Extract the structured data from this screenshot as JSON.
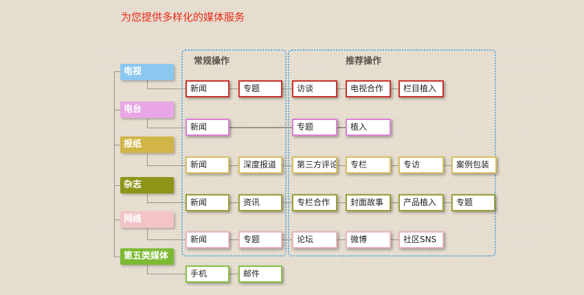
{
  "title": "为您提供多样化的媒体服务",
  "sections": {
    "regular": "常规操作",
    "recommended": "推荐操作"
  },
  "categories": [
    {
      "label": "电视",
      "color": "#8cc7f0"
    },
    {
      "label": "电台",
      "color": "#e8a6e6"
    },
    {
      "label": "报纸",
      "color": "#d2b548"
    },
    {
      "label": "杂志",
      "color": "#8e9418"
    },
    {
      "label": "网络",
      "color": "#f2c4c8"
    },
    {
      "label": "第五类媒体",
      "color": "#7cba34"
    }
  ],
  "rows": {
    "tv": {
      "regular": [
        "新闻",
        "专题"
      ],
      "recommended": [
        "访谈",
        "电视合作",
        "栏目植入"
      ]
    },
    "radio": {
      "regular": [
        "新闻"
      ],
      "recommended": [
        "专题",
        "植入"
      ]
    },
    "newspaper": {
      "regular": [
        "新闻",
        "深度报道"
      ],
      "recommended": [
        "第三方评论",
        "专栏",
        "专访",
        "案例包装"
      ]
    },
    "magazine": {
      "regular": [
        "新闻",
        "资讯"
      ],
      "recommended": [
        "专栏合作",
        "封面故事",
        "产品植入",
        "专题"
      ]
    },
    "web": {
      "regular": [
        "新闻",
        "专题"
      ],
      "recommended": [
        "论坛",
        "微博",
        "社区SNS"
      ]
    },
    "fifth": {
      "regular": [
        "手机",
        "邮件"
      ]
    }
  }
}
